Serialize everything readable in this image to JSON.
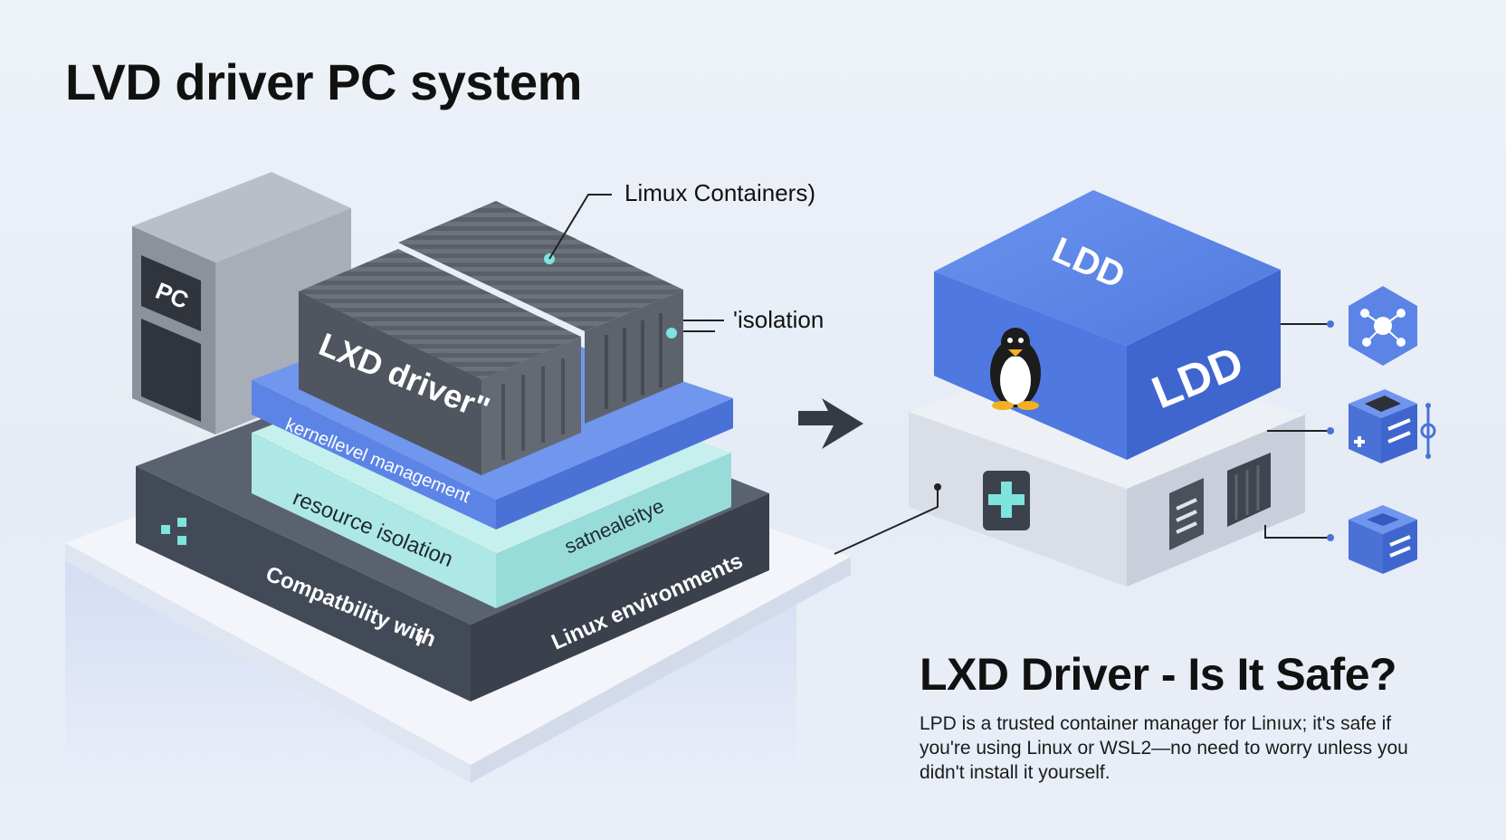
{
  "title": "LVD driver PC system",
  "labels": {
    "pc": "PC",
    "lxd_driver": "LXD driver\"",
    "linux_containers": "Limux Containers)",
    "isolation": "'isolation",
    "kernel": "kernellevel management",
    "resource": "resource isolation",
    "stability": "satnealeitye",
    "compat": "Compatbility with",
    "compat_tail": "ı",
    "linux_env": "Linux environments",
    "ldd_top": "LDD",
    "ldd_front": "LDD"
  },
  "side": {
    "title": "LXD Driver - Is It Safe?",
    "description": "LPD is a trusted container manager for Linıux; it's safe if you're using Linux or WSL2—no need to worry unless you didn't install it yourself."
  },
  "colors": {
    "blue": "#5b84e6",
    "mint": "#aee8e6",
    "dark": "#434a57",
    "gray": "#7b818b",
    "accent_dot": "#7fe3de"
  },
  "icons": [
    "network-hex-icon",
    "server-node-icon",
    "storage-cube-icon",
    "tux-penguin-icon",
    "medical-cross-icon",
    "arrow-right-icon"
  ]
}
